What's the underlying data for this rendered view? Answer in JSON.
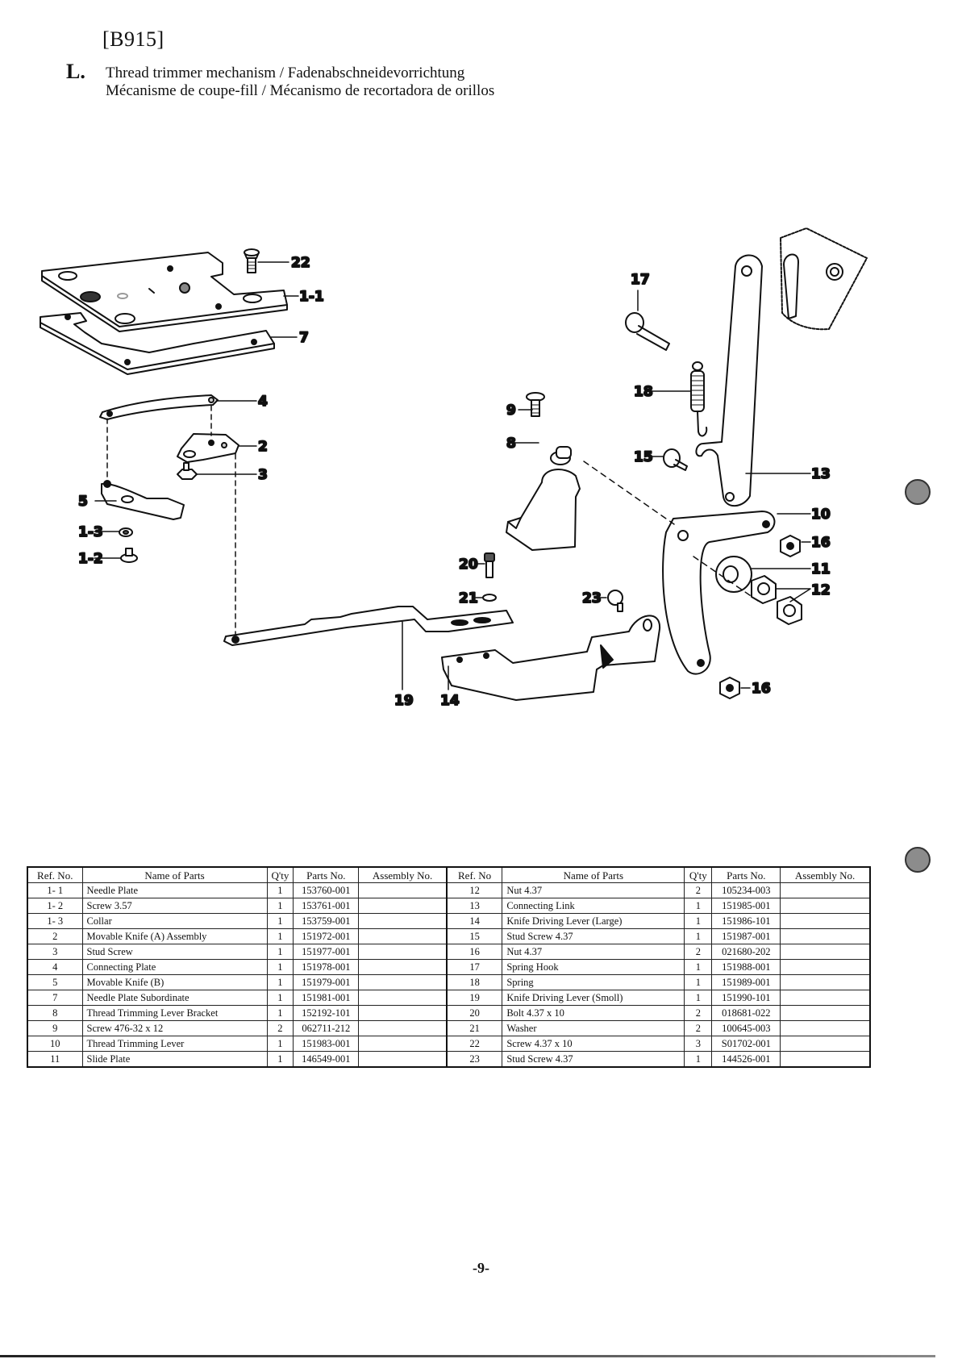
{
  "header": {
    "model_code": "[B915]",
    "section_letter": "L.",
    "title_line1": "Thread trimmer mechanism / Fadenabschneidevorrichtung",
    "title_line2": "Mécanisme de coupe-fill / Mécanismo de recortadora de orillos"
  },
  "diagram": {
    "callouts": {
      "c22": "22",
      "c1_1": "1-1",
      "c7": "7",
      "c4": "4",
      "c2": "2",
      "c3": "3",
      "c5": "5",
      "c1_3": "1-3",
      "c1_2": "1-2",
      "c17": "17",
      "c18": "18",
      "c9": "9",
      "c8": "8",
      "c15": "15",
      "c13": "13",
      "c10": "10",
      "c16a": "16",
      "c11": "11",
      "c12": "12",
      "c20": "20",
      "c21": "21",
      "c23": "23",
      "c16b": "16",
      "c19": "19",
      "c14": "14"
    }
  },
  "table": {
    "headers": [
      "Ref. No.",
      "Name of Parts",
      "Q'ty",
      "Parts No.",
      "Assembly No.",
      "Ref. No",
      "Name of Parts",
      "Q'ty",
      "Parts No.",
      "Assembly No."
    ],
    "left": [
      {
        "ref": "1- 1",
        "name": "Needle Plate",
        "qty": "1",
        "part": "153760-001",
        "assy": ""
      },
      {
        "ref": "1- 2",
        "name": "Screw 3.57",
        "qty": "1",
        "part": "153761-001",
        "assy": ""
      },
      {
        "ref": "1- 3",
        "name": "Collar",
        "qty": "1",
        "part": "153759-001",
        "assy": ""
      },
      {
        "ref": "2",
        "name": "Movable Knife (A) Assembly",
        "qty": "1",
        "part": "151972-001",
        "assy": ""
      },
      {
        "ref": "3",
        "name": "Stud Screw",
        "qty": "1",
        "part": "151977-001",
        "assy": ""
      },
      {
        "ref": "4",
        "name": "Connecting Plate",
        "qty": "1",
        "part": "151978-001",
        "assy": ""
      },
      {
        "ref": "5",
        "name": "Movable Knife (B)",
        "qty": "1",
        "part": "151979-001",
        "assy": ""
      },
      {
        "ref": "7",
        "name": "Needle Plate Subordinate",
        "qty": "1",
        "part": "151981-001",
        "assy": ""
      },
      {
        "ref": "8",
        "name": "Thread Trimming Lever Bracket",
        "qty": "1",
        "part": "152192-101",
        "assy": ""
      },
      {
        "ref": "9",
        "name": "Screw 476-32 x 12",
        "qty": "2",
        "part": "062711-212",
        "assy": ""
      },
      {
        "ref": "10",
        "name": "Thread Trimming Lever",
        "qty": "1",
        "part": "151983-001",
        "assy": ""
      },
      {
        "ref": "11",
        "name": "Slide Plate",
        "qty": "1",
        "part": "146549-001",
        "assy": ""
      }
    ],
    "right": [
      {
        "ref": "12",
        "name": "Nut 4.37",
        "qty": "2",
        "part": "105234-003",
        "assy": ""
      },
      {
        "ref": "13",
        "name": "Connecting Link",
        "qty": "1",
        "part": "151985-001",
        "assy": ""
      },
      {
        "ref": "14",
        "name": "Knife Driving Lever (Large)",
        "qty": "1",
        "part": "151986-101",
        "assy": ""
      },
      {
        "ref": "15",
        "name": "Stud Screw 4.37",
        "qty": "1",
        "part": "151987-001",
        "assy": ""
      },
      {
        "ref": "16",
        "name": "Nut 4.37",
        "qty": "2",
        "part": "021680-202",
        "assy": ""
      },
      {
        "ref": "17",
        "name": "Spring Hook",
        "qty": "1",
        "part": "151988-001",
        "assy": ""
      },
      {
        "ref": "18",
        "name": "Spring",
        "qty": "1",
        "part": "151989-001",
        "assy": ""
      },
      {
        "ref": "19",
        "name": "Knife Driving Lever (Smoll)",
        "qty": "1",
        "part": "151990-101",
        "assy": ""
      },
      {
        "ref": "20",
        "name": "Bolt 4.37 x 10",
        "qty": "2",
        "part": "018681-022",
        "assy": ""
      },
      {
        "ref": "21",
        "name": "Washer",
        "qty": "2",
        "part": "100645-003",
        "assy": ""
      },
      {
        "ref": "22",
        "name": "Screw 4.37 x 10",
        "qty": "3",
        "part": "S01702-001",
        "assy": ""
      },
      {
        "ref": "23",
        "name": "Stud Screw 4.37",
        "qty": "1",
        "part": "144526-001",
        "assy": ""
      }
    ]
  },
  "footer": {
    "page_number": "-9-"
  }
}
